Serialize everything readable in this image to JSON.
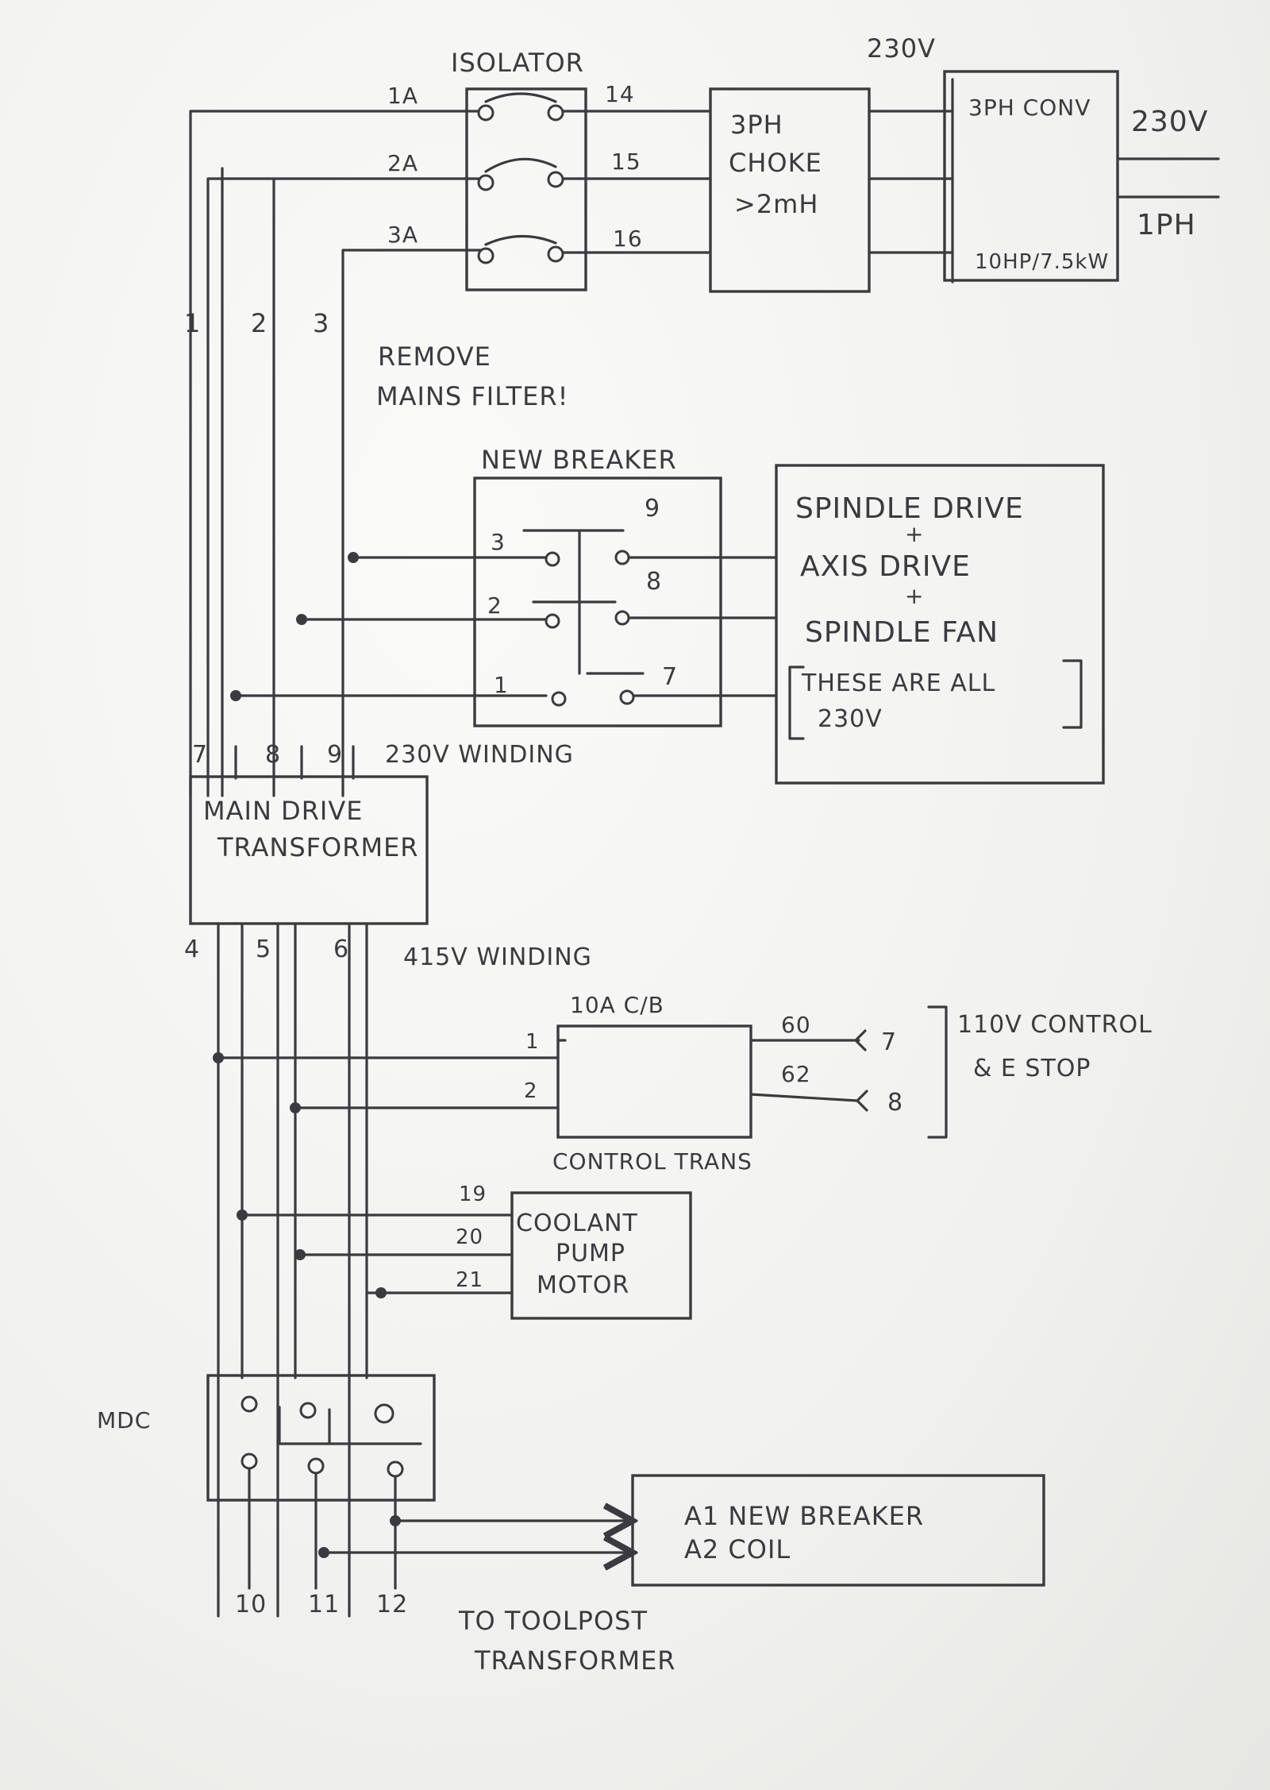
{
  "labels": {
    "isolator": "ISOLATOR",
    "top_voltage": "230V",
    "in_1a": "1A",
    "in_2a": "2A",
    "in_3a": "3A",
    "out_14": "14",
    "out_15": "15",
    "out_16": "16",
    "choke_line1": "3PH",
    "choke_line2": "CHOKE",
    "choke_line3": ">2mH",
    "conv_title": "3PH CONV",
    "conv_rating": "10HP/7.5kW",
    "out_230v": "230V",
    "out_1ph": "1PH",
    "wire_1": "1",
    "wire_2": "2",
    "wire_3": "3",
    "note_line1": "REMOVE",
    "note_line2": "MAINS FILTER!",
    "new_breaker": "NEW BREAKER",
    "nb_in_3": "3",
    "nb_in_2": "2",
    "nb_in_1": "1",
    "nb_out_9": "9",
    "nb_out_8": "8",
    "nb_out_7": "7",
    "load_line1": "SPINDLE DRIVE",
    "plus1": "+",
    "load_line2": "AXIS DRIVE",
    "plus2": "+",
    "load_line3": "SPINDLE FAN",
    "load_note1": "THESE ARE ALL",
    "load_note2": "230V",
    "tr_7": "7",
    "tr_8": "8",
    "tr_9": "9",
    "winding_230": "230V WINDING",
    "transformer_line1": "MAIN DRIVE",
    "transformer_line2": "TRANSFORMER",
    "tr_4": "4",
    "tr_5": "5",
    "tr_6": "6",
    "winding_415": "415V WINDING",
    "cb_label": "10A C/B",
    "ct_1": "1",
    "ct_2": "2",
    "ct_60": "60",
    "ct_62": "62",
    "ct_7": "7",
    "ct_8": "8",
    "control_line1": "110V CONTROL",
    "control_line2": "& E STOP",
    "control_trans": "CONTROL TRANS",
    "cp_19": "19",
    "cp_20": "20",
    "cp_21": "21",
    "coolant_line1": "COOLANT",
    "coolant_line2": "PUMP",
    "coolant_line3": "MOTOR",
    "mdc": "MDC",
    "coil_a1": "A1  NEW BREAKER",
    "coil_a2": "A2  COIL",
    "out_10": "10",
    "out_11": "11",
    "out_12": "12",
    "toolpost_line1": "TO TOOLPOST",
    "toolpost_line2": "TRANSFORMER"
  }
}
